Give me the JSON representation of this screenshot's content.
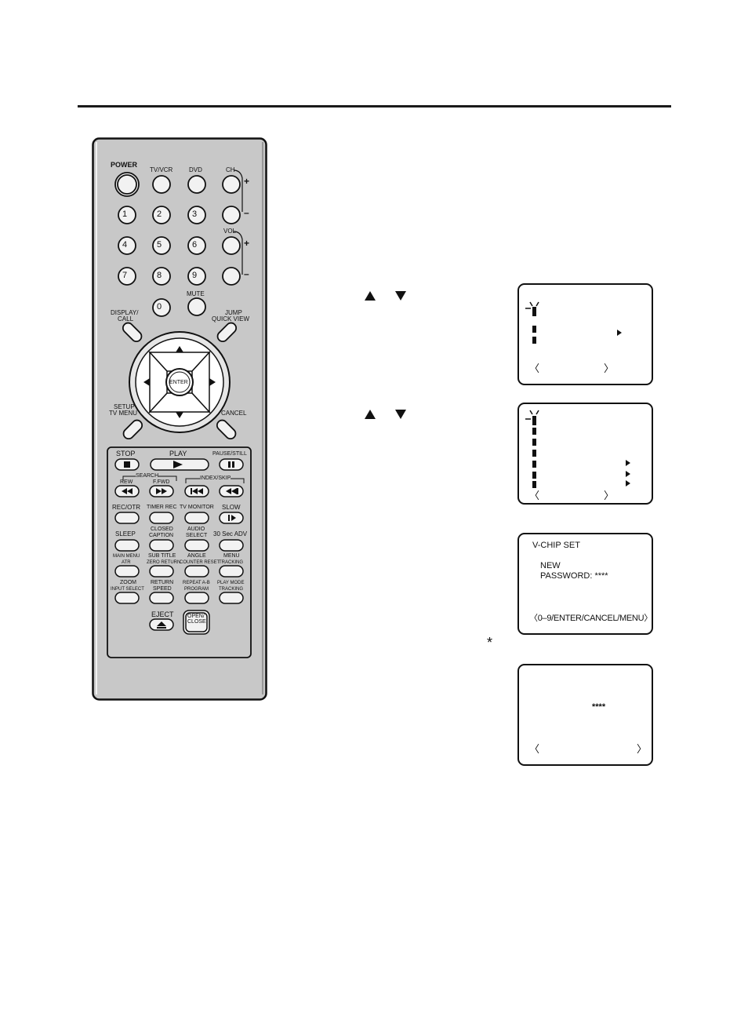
{
  "remote": {
    "power": "POWER",
    "tv_vcr": "TV/VCR",
    "dvd": "DVD",
    "ch": "CH",
    "vol": "VOL",
    "plus": "+",
    "minus": "–",
    "digits": [
      "1",
      "2",
      "3",
      "4",
      "5",
      "6",
      "7",
      "8",
      "9",
      "0"
    ],
    "mute": "MUTE",
    "display_call_1": "DISPLAY/",
    "display_call_2": "CALL",
    "jump_1": "JUMP",
    "jump_2": "QUICK VIEW",
    "enter": "ENTER",
    "setup_1": "SETUP",
    "setup_2": "TV MENU",
    "cancel": "CANCEL",
    "stop": "STOP",
    "play": "PLAY",
    "pause": "PAUSE/STILL",
    "search": "SEARCH",
    "rew": "REW",
    "ffwd": "F.FWD",
    "index_skip": "INDEX/SKIP",
    "rec_otr": "REC/OTR",
    "timer_rec": "TIMER REC",
    "tv_monitor": "TV MONITOR",
    "slow": "SLOW",
    "sleep": "SLEEP",
    "cc_1": "CLOSED",
    "cc_2": "CAPTION",
    "audio_1": "AUDIO",
    "audio_2": "SELECT",
    "adv": "30 Sec ADV",
    "main_menu_1": "MAIN MENU",
    "main_menu_2": "ATR",
    "subtitle_1": "SUB TITLE",
    "subtitle_2": "ZERO RETURN",
    "angle_1": "ANGLE",
    "angle_2": "COUNTER RESET",
    "menu_1": "MENU",
    "menu_2": "TRACKING",
    "zoom_1": "ZOOM",
    "zoom_2": "INPUT SELECT",
    "return_1": "RETURN",
    "return_2": "SPEED",
    "repeat_1": "REPEAT A-B",
    "repeat_2": "PROGRAM",
    "playmode_1": "PLAY MODE",
    "playmode_2": "TRACKING",
    "eject": "EJECT",
    "open_1": "OPEN/",
    "open_2": "CLOSE"
  },
  "screens": {
    "vchip": {
      "title": "V-CHIP SET",
      "line1": "NEW",
      "line2": "PASSWORD:  ****",
      "footer": "〈0–9/ENTER/CANCEL/MENU〉"
    },
    "password_mask": "****",
    "asterisk_note": "*"
  },
  "colors": {
    "remote_body": "#c8c8c8",
    "ink": "#111111"
  }
}
